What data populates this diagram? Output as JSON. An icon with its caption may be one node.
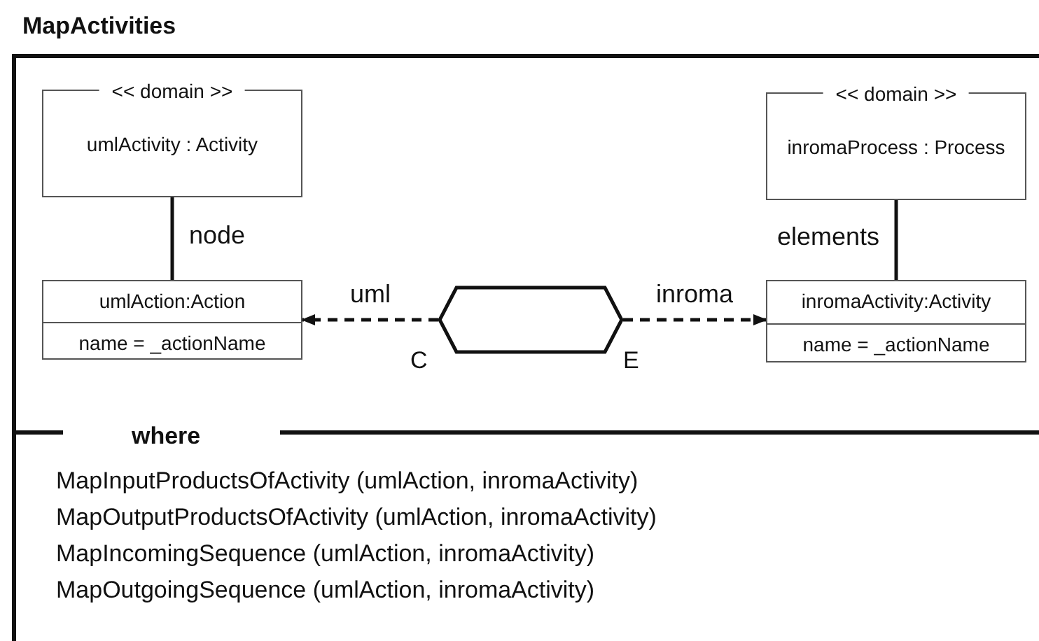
{
  "diagram": {
    "title": "MapActivities",
    "nodes": [
      {
        "text": [
          "<< domain >>",
          "umlActivity : Activity"
        ]
      },
      {
        "text": [
          "umlAction:Action",
          "name = _actionName"
        ]
      },
      {
        "text": [],
        "shape": "hexagon"
      },
      {
        "text": [
          "<< domain >>",
          "inromaProcess : Process"
        ]
      },
      {
        "text": [
          "inromaActivity:Activity",
          "name = _actionName"
        ]
      }
    ],
    "edges": [
      {
        "from": 0,
        "to": 1,
        "arrow": "none",
        "label": "node"
      },
      {
        "from": 2,
        "to": 1,
        "arrow": "to",
        "label": "uml",
        "style": "dashed"
      },
      {
        "from": 2,
        "to": 4,
        "arrow": "to",
        "label": "inroma",
        "style": "dashed"
      },
      {
        "from": 3,
        "to": 4,
        "arrow": "none",
        "label": "elements"
      }
    ],
    "labels": [
      "C",
      "E",
      "where",
      "MapInputProductsOfActivity (umlAction, inromaActivity)",
      "MapOutputProductsOfActivity (umlAction, inromaActivity)",
      "MapIncomingSequence (umlAction, inromaActivity)",
      "MapOutgoingSequence (umlAction, inromaActivity)"
    ]
  }
}
